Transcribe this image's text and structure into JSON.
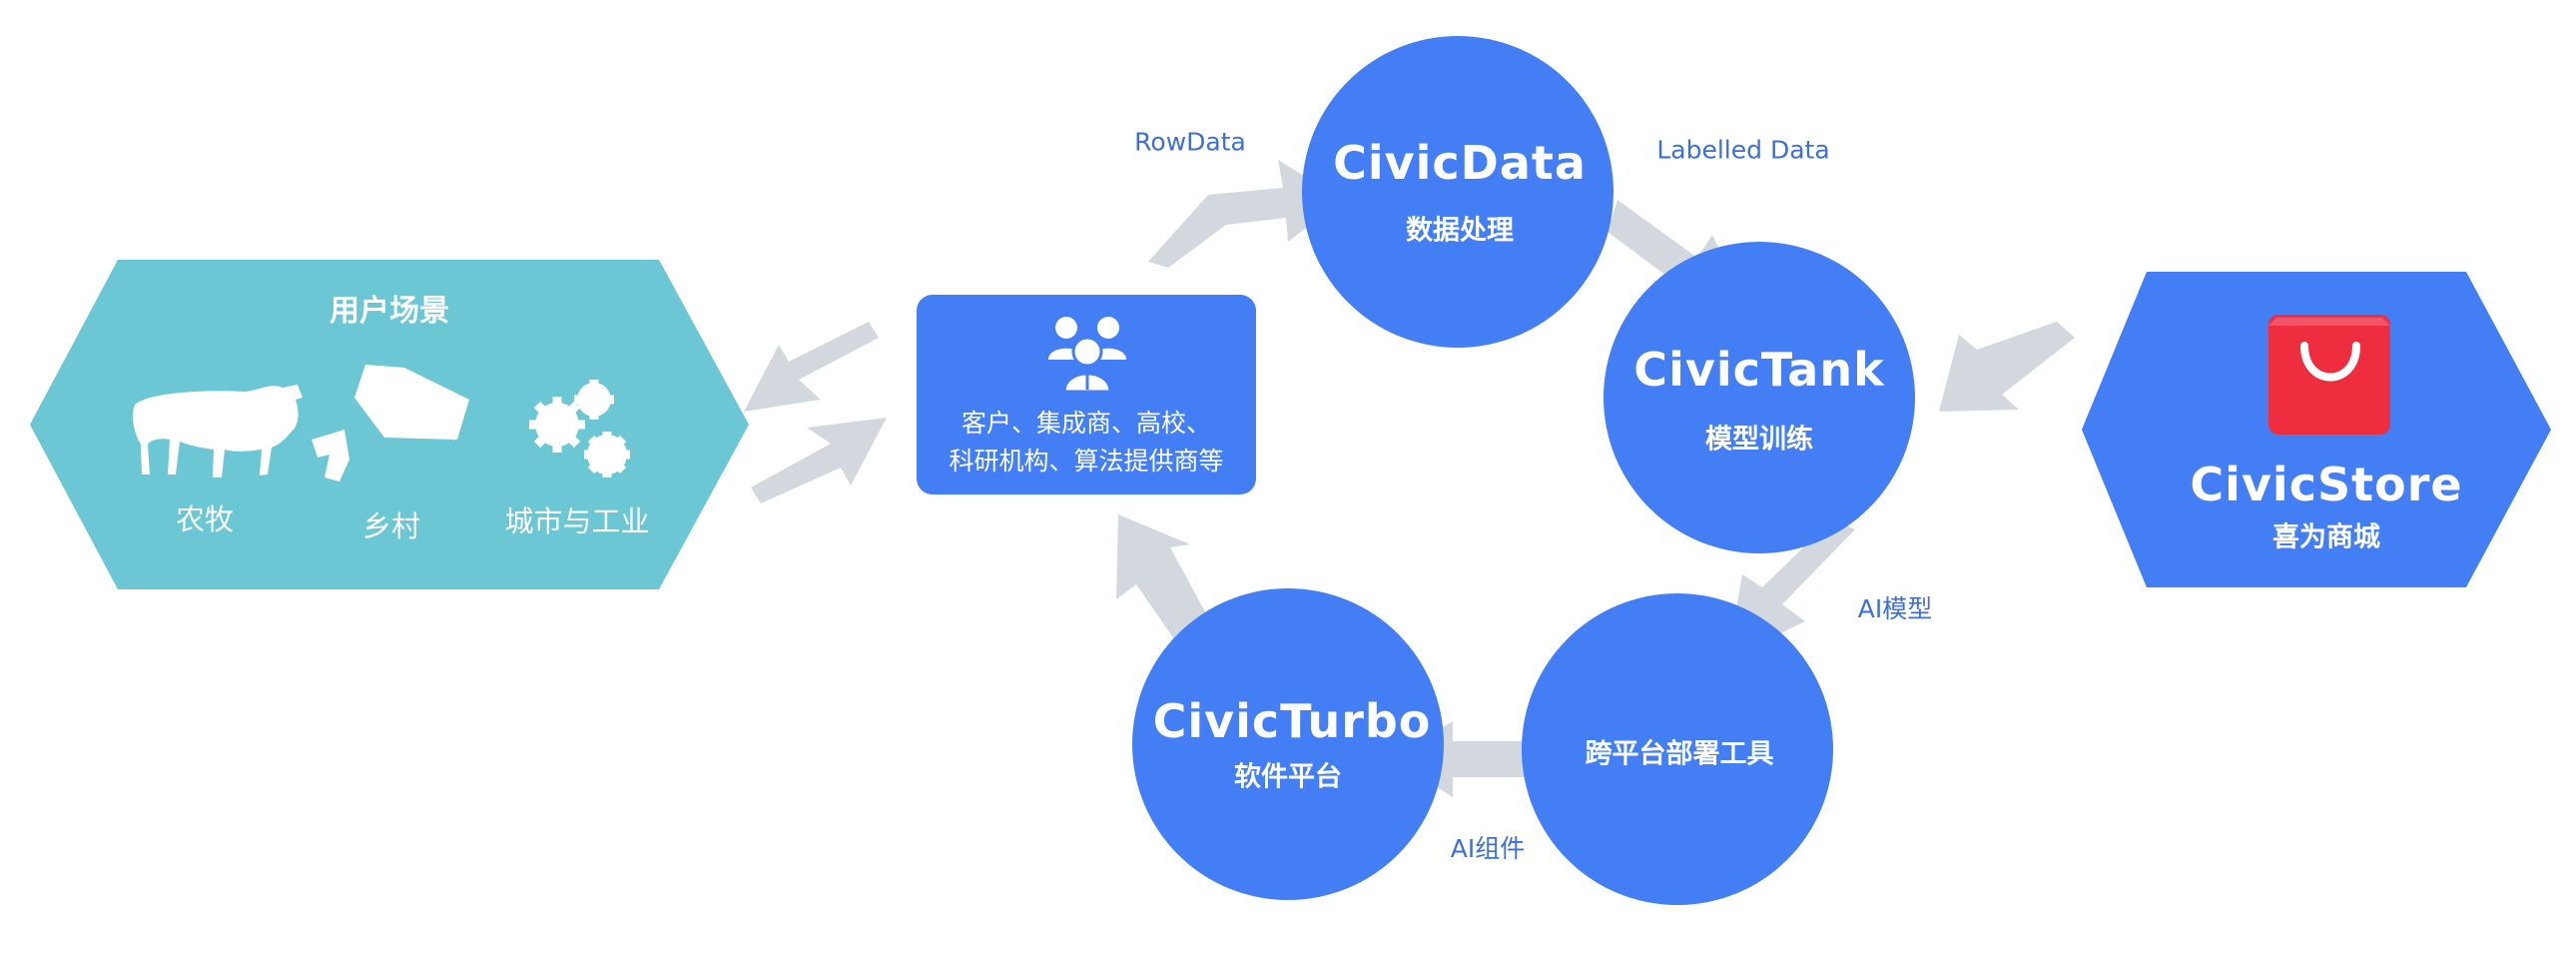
{
  "left_hex": {
    "title": "用户场景",
    "scenarios": [
      {
        "label": "农牧",
        "icon": "cow-icon"
      },
      {
        "label": "乡村",
        "icon": "camera-icon"
      },
      {
        "label": "城市与工业",
        "icon": "gears-icon"
      }
    ]
  },
  "center_box": {
    "icon": "people-group-icon",
    "line1": "客户、集成商、高校、",
    "line2": "科研机构、算法提供商等"
  },
  "nodes": {
    "civicdata": {
      "name": "CivicData",
      "sub": "数据处理"
    },
    "civictank": {
      "name": "CivicTank",
      "sub": "模型训练"
    },
    "deploy": {
      "sub": "跨平台部署工具"
    },
    "civicturbo": {
      "name": "CivicTurbo",
      "sub": "软件平台"
    }
  },
  "right_hex": {
    "icon": "shopping-bag-icon",
    "name": "CivicStore",
    "sub": "喜为商城"
  },
  "flow_labels": {
    "rowdata": "RowData",
    "labelled": "Labelled Data",
    "ai_model": "AI模型",
    "ai_component": "AI组件"
  },
  "colors": {
    "blue": "#437ef5",
    "teal": "#6bc7d4",
    "arrow_gray": "#d3d8de",
    "bag_red": "#ee2d3f",
    "label_blue": "#3d6fd8"
  }
}
